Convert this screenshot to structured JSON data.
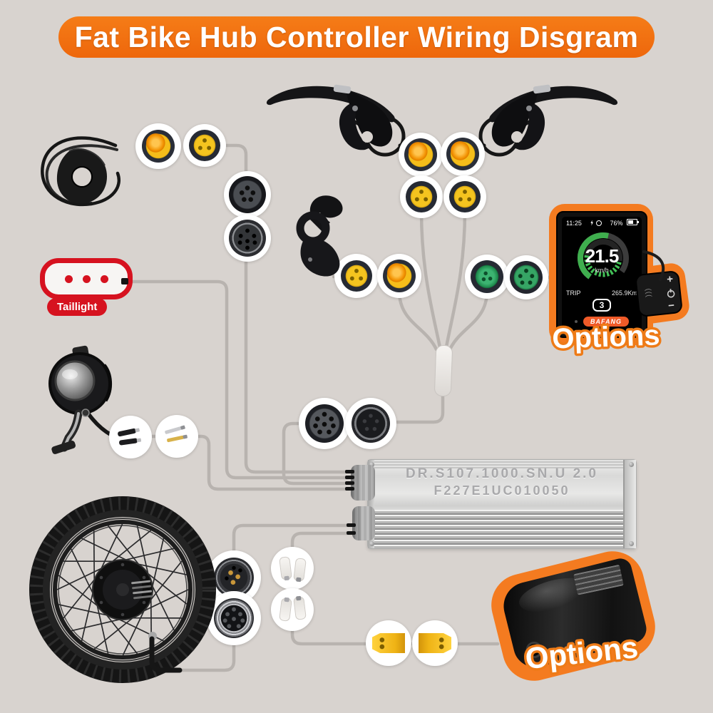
{
  "title": "Fat Bike Hub Controller Wiring Disgram",
  "taillight": {
    "label": "Taillight"
  },
  "display": {
    "status": {
      "time": "11:25",
      "battery_percent": "76%"
    },
    "speed": "21.5",
    "speed_unit": "km/h",
    "trip_label": "TRIP",
    "trip_value": "265.9Km",
    "assist_level": "3",
    "brand": "BAFANG",
    "options_label": "Options",
    "remote": {
      "plus": "+",
      "minus": "−"
    }
  },
  "controller": {
    "model": "DR.S107.1000.SN.U 2.0",
    "serial": "F227E1UC010050"
  },
  "battery": {
    "options_label": "Options"
  },
  "icons": {
    "battery_icon": "battery-outline-with-fill",
    "bolt_icon": "lightning-bolt",
    "lamp_icon": "headlamp-dot",
    "power_icon": "circle-with-line"
  },
  "colors": {
    "background": "#d8d3cf",
    "banner_orange": "#f0690e",
    "outline_orange": "#f47b20",
    "wire_gray": "#b8b3af",
    "taillight_red": "#d6121f",
    "connector_yellow": "#f5bd1a",
    "connector_orange": "#f29100",
    "connector_green": "#2fa75f",
    "gauge_green": "#3fae4e",
    "bafang_badge": "#f05a28"
  }
}
